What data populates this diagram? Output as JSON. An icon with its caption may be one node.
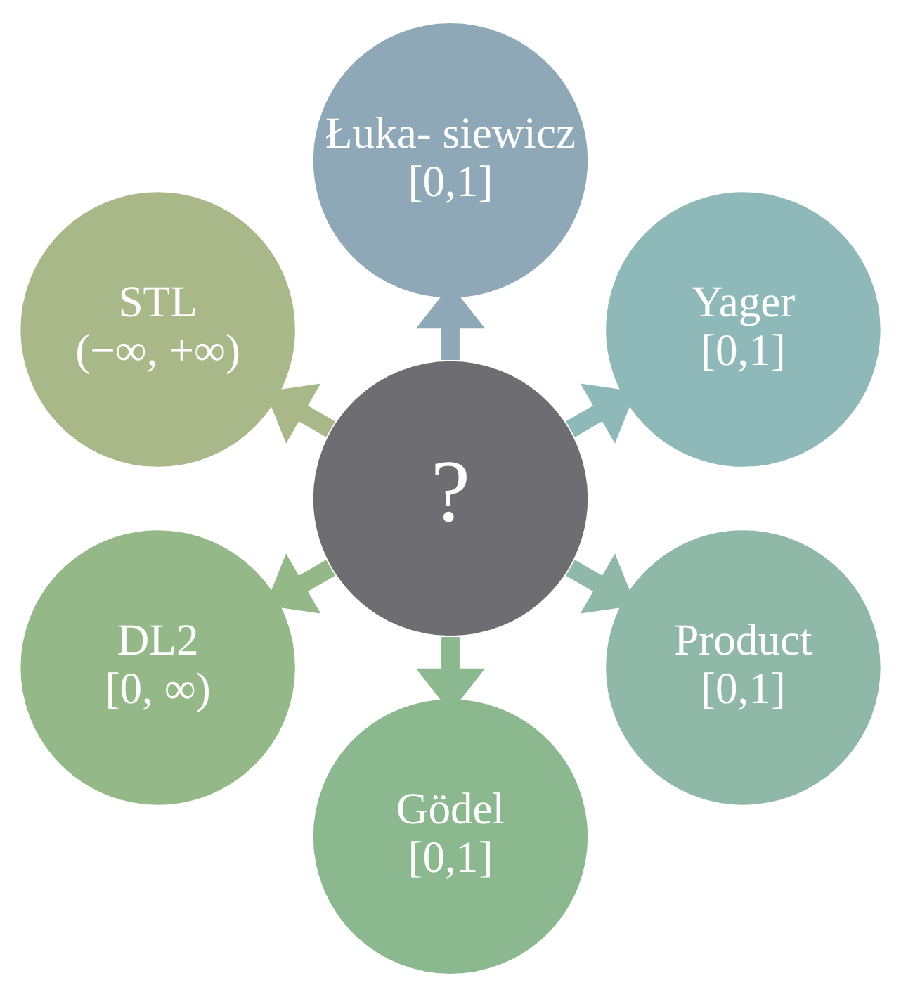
{
  "diagram": {
    "nodes": [
      {
        "text": [
          "Łuka- siewicz",
          "[0,1]"
        ]
      },
      {
        "text": [
          "STL",
          "(−∞, +∞)"
        ]
      },
      {
        "text": [
          "Yager",
          "[0,1]"
        ]
      },
      {
        "text": [
          "?"
        ]
      },
      {
        "text": [
          "DL2",
          "[0, ∞)"
        ]
      },
      {
        "text": [
          "Product",
          "[0,1]"
        ]
      },
      {
        "text": [
          "Gödel",
          "[0,1]"
        ]
      }
    ],
    "edges": [
      {
        "from": 3,
        "to": 0,
        "arrow": "to",
        "color": "#8fa8b8"
      },
      {
        "from": 3,
        "to": 2,
        "arrow": "to",
        "color": "#8fb8b8"
      },
      {
        "from": 3,
        "to": 5,
        "arrow": "to",
        "color": "#8fb8a8"
      },
      {
        "from": 3,
        "to": 6,
        "arrow": "to",
        "color": "#8cb890"
      },
      {
        "from": 3,
        "to": 4,
        "arrow": "to",
        "color": "#94b888"
      },
      {
        "from": 3,
        "to": 1,
        "arrow": "to",
        "color": "#a8b888"
      }
    ]
  }
}
